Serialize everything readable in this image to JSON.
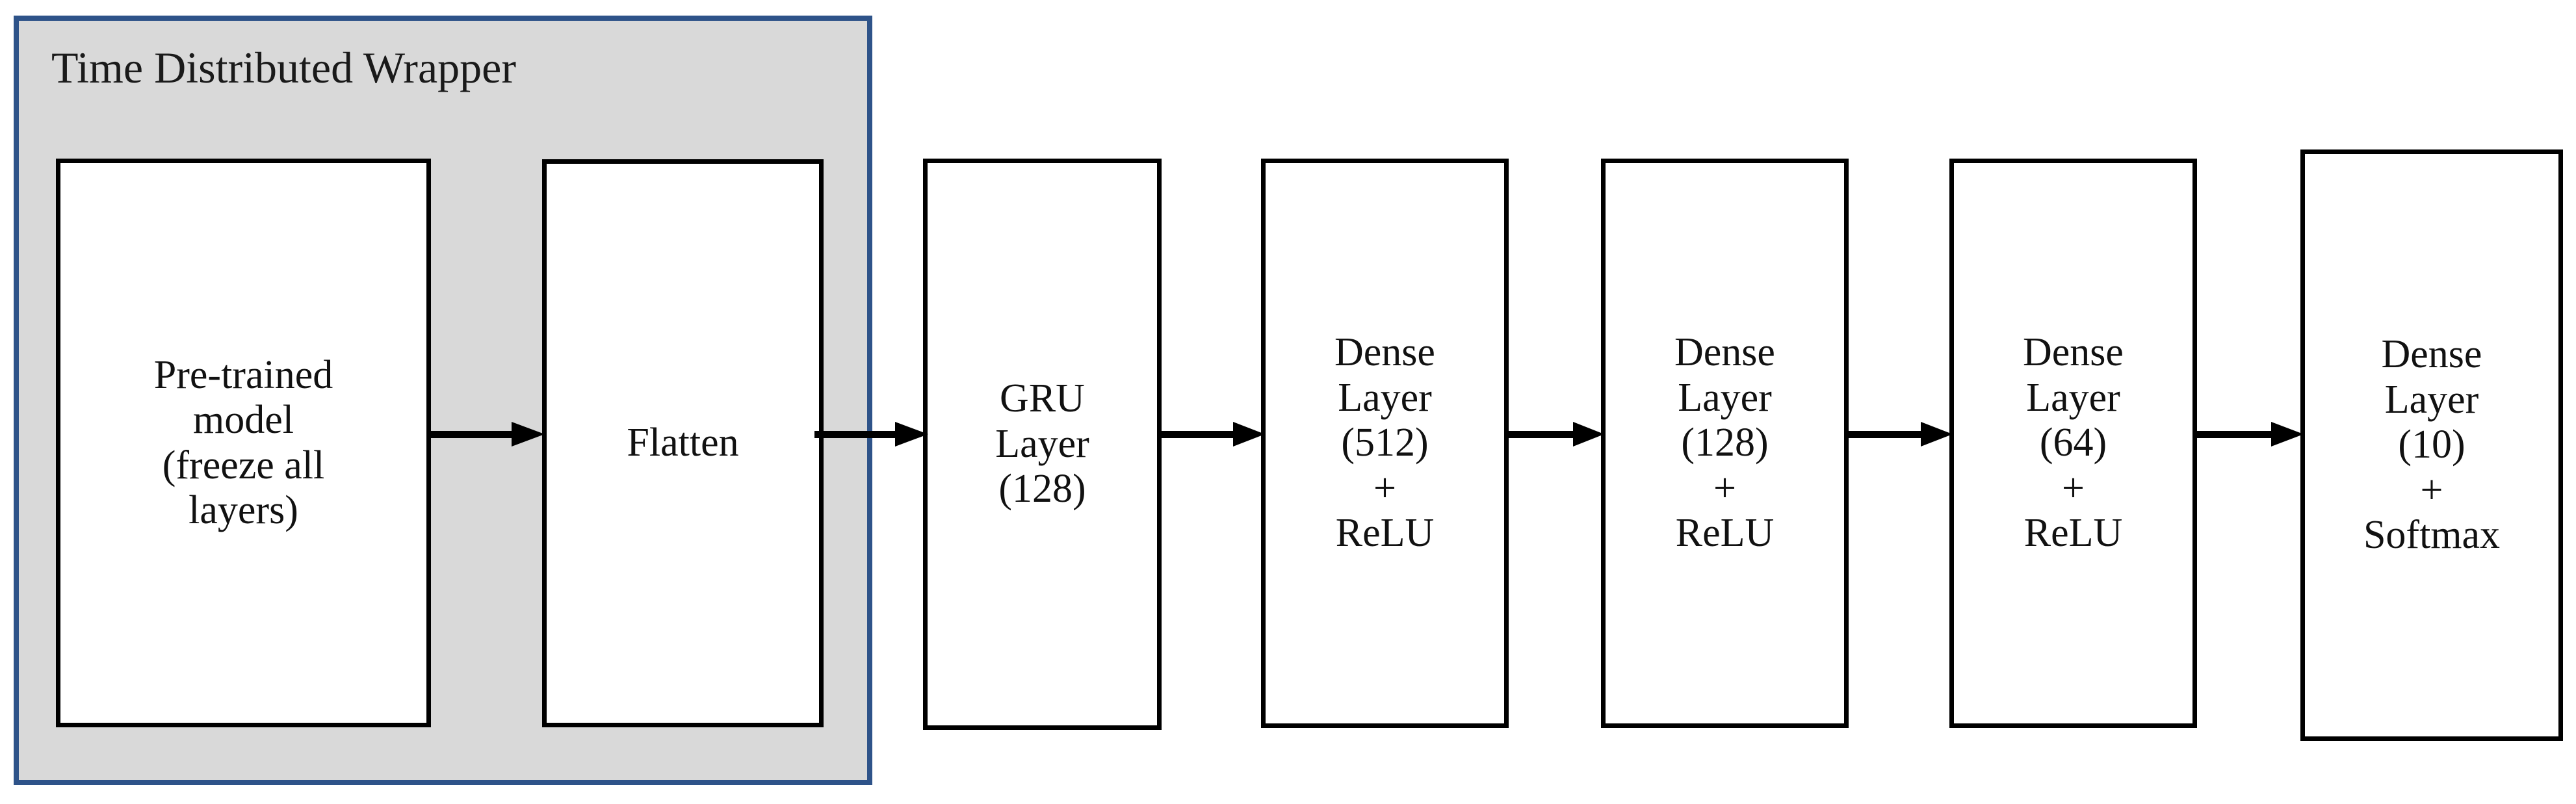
{
  "diagram": {
    "title": "Time Distributed Wrapper",
    "wrapper": {
      "label": "Time Distributed Wrapper",
      "fill_color": "#d9d9d9",
      "border_color": "#2e5389"
    },
    "box_fill_color": "#ffffff",
    "box_border_color": "#000000",
    "arrow_color": "#000000",
    "nodes": [
      {
        "id": "pretrained",
        "label": "Pre-trained\nmodel\n(freeze all\nlayers)",
        "inside_wrapper": true
      },
      {
        "id": "flatten",
        "label": "Flatten",
        "inside_wrapper": true
      },
      {
        "id": "gru",
        "label": "GRU\nLayer\n(128)",
        "inside_wrapper": false
      },
      {
        "id": "dense512",
        "label": "Dense\nLayer\n(512)\n+\nReLU",
        "inside_wrapper": false
      },
      {
        "id": "dense128",
        "label": "Dense\nLayer\n(128)\n+\nReLU",
        "inside_wrapper": false
      },
      {
        "id": "dense64",
        "label": "Dense\nLayer\n(64)\n+\nReLU",
        "inside_wrapper": false
      },
      {
        "id": "dense10",
        "label": "Dense\nLayer\n(10)\n+\nSoftmax",
        "inside_wrapper": false
      }
    ],
    "edges": [
      {
        "id": "e1",
        "from": "pretrained",
        "to": "flatten",
        "icon": "arrow-right-icon"
      },
      {
        "id": "e2",
        "from": "flatten",
        "to": "gru",
        "icon": "arrow-right-icon"
      },
      {
        "id": "e3",
        "from": "gru",
        "to": "dense512",
        "icon": "arrow-right-icon"
      },
      {
        "id": "e4",
        "from": "dense512",
        "to": "dense128",
        "icon": "arrow-right-icon"
      },
      {
        "id": "e5",
        "from": "dense128",
        "to": "dense64",
        "icon": "arrow-right-icon"
      },
      {
        "id": "e6",
        "from": "dense64",
        "to": "dense10",
        "icon": "arrow-right-icon"
      }
    ]
  }
}
